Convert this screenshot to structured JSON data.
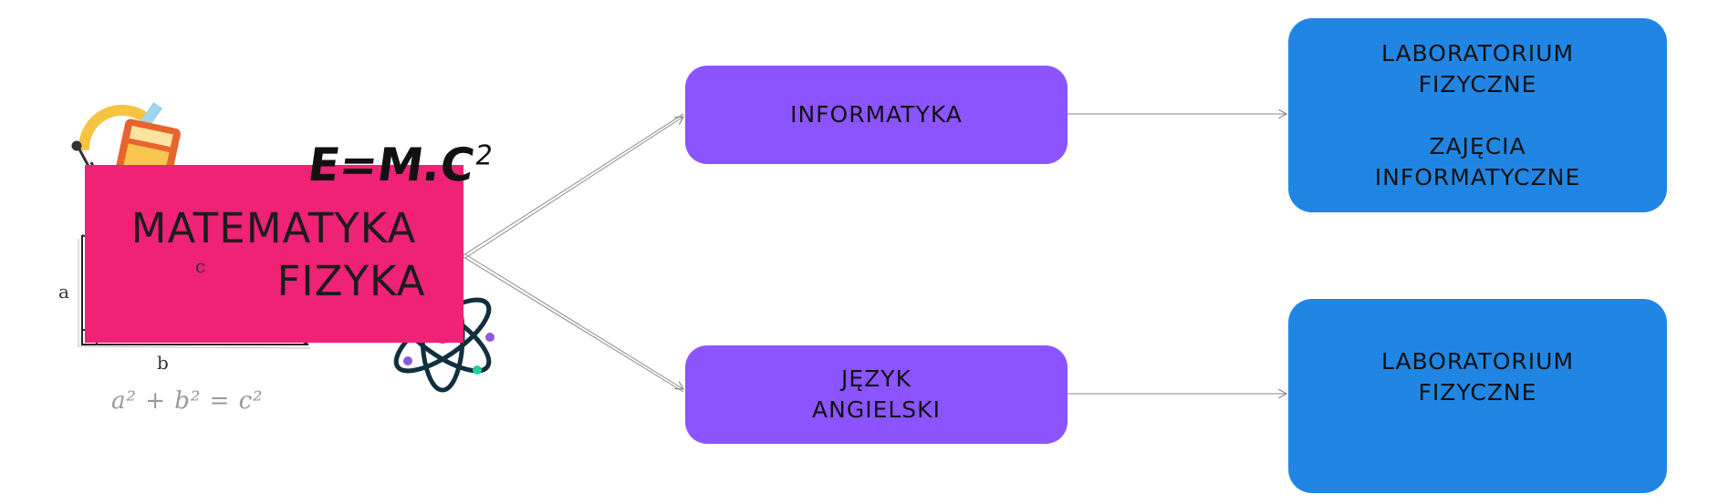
{
  "root": {
    "line1": "MATEMATYKA",
    "line2": "FIZYKA"
  },
  "decor": {
    "emc": "E=M.C",
    "emc_power": "2",
    "label_a": "a",
    "label_b": "b",
    "label_c": "c",
    "pythagoras": "a² + b² = c²",
    "icons": [
      "calculator-icon",
      "protractor-icon",
      "ruler-icon",
      "compass-icon",
      "atom-icon"
    ]
  },
  "nodes": {
    "informatyka": "INFORMATYKA",
    "jezyk": "JĘZYK\nANGIELSKI",
    "lab1": "LABORATORIUM\nFIZYCZNE\n\nZAJĘCIA\nINFORMATYCZNE",
    "lab2": "LABORATORIUM\nFIZYCZNE"
  },
  "colors": {
    "root": "#ef2276",
    "purple": "#8c54ff",
    "blue": "#2186e3",
    "connector": "#8a8a8a"
  }
}
